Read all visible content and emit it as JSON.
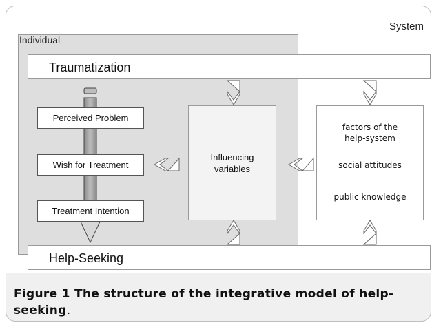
{
  "system_label": "System",
  "individual_label": "Individual",
  "traumatization": "Traumatization",
  "help_seeking": "Help-Seeking",
  "steps": [
    "Perceived Problem",
    "Wish for Treatment",
    "Treatment Intention"
  ],
  "influencing": [
    "Influencing",
    "variables"
  ],
  "factors": {
    "line1": "factors of the",
    "line2": "help-system",
    "line3": "social attitudes",
    "line4": "public knowledge"
  },
  "caption": {
    "bold": "Figure 1 The structure of the integrative model of help-",
    "bold2": "seeking",
    "tail": "."
  }
}
